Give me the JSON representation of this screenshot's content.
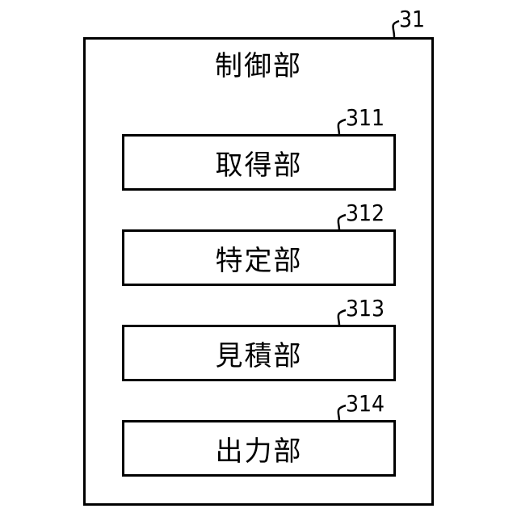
{
  "outer": {
    "ref": "31",
    "title": "制御部"
  },
  "units": [
    {
      "ref": "311",
      "label": "取得部"
    },
    {
      "ref": "312",
      "label": "特定部"
    },
    {
      "ref": "313",
      "label": "見積部"
    },
    {
      "ref": "314",
      "label": "出力部"
    }
  ]
}
